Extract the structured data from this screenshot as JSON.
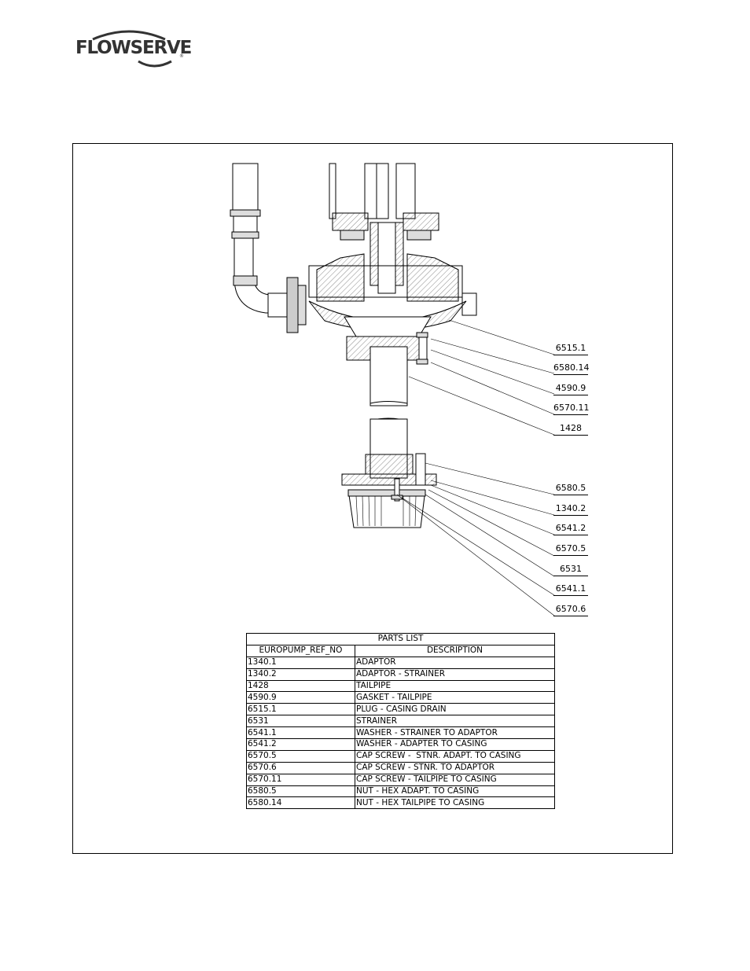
{
  "header": {
    "logo_text": "FLOWSERVE",
    "logo_mark": "®",
    "brand_color": "#333333"
  },
  "callouts": [
    "6515.1",
    "6580.14",
    "4590.9",
    "6570.11",
    "1428",
    "6580.5",
    "1340.2",
    "6541.2",
    "6570.5",
    "6531",
    "6541.1",
    "6570.6"
  ],
  "parts_list": {
    "title": "PARTS LIST",
    "columns": [
      "EUROPUMP_REF_NO",
      "DESCRIPTION"
    ],
    "rows": [
      [
        "1340.1",
        "ADAPTOR"
      ],
      [
        "1340.2",
        "ADAPTOR - STRAINER"
      ],
      [
        "1428",
        "TAILPIPE"
      ],
      [
        "4590.9",
        "GASKET - TAILPIPE"
      ],
      [
        "6515.1",
        "PLUG - CASING DRAIN"
      ],
      [
        "6531",
        "STRAINER"
      ],
      [
        "6541.1",
        "WASHER - STRAINER TO ADAPTOR"
      ],
      [
        "6541.2",
        "WASHER - ADAPTER TO CASING"
      ],
      [
        "6570.5",
        "CAP SCREW -  STNR. ADAPT. TO CASING"
      ],
      [
        "6570.6",
        "CAP SCREW - STNR. TO ADAPTOR"
      ],
      [
        "6570.11",
        "CAP SCREW - TAILPIPE TO CASING"
      ],
      [
        "6580.5",
        "NUT - HEX ADAPT. TO CASING"
      ],
      [
        "6580.14",
        "NUT - HEX TAILPIPE TO CASING"
      ]
    ]
  }
}
